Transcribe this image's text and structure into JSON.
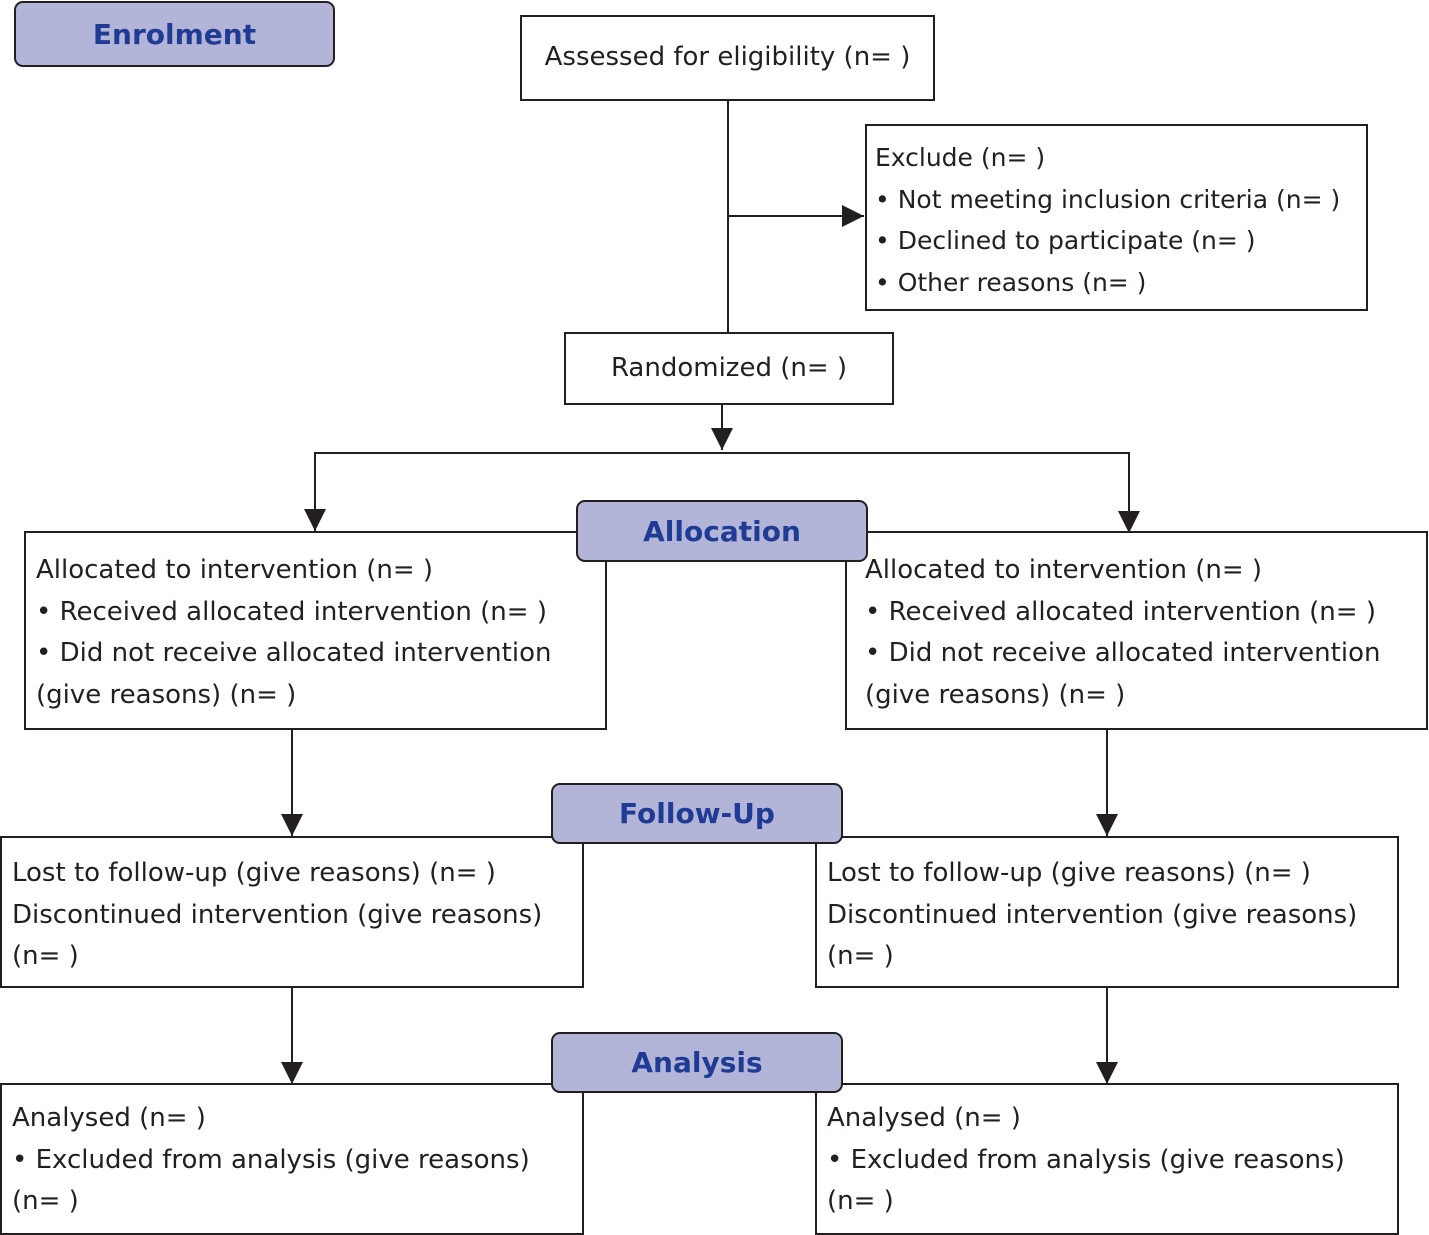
{
  "stages": {
    "enrolment": "Enrolment",
    "allocation": "Allocation",
    "follow_up": "Follow-Up",
    "analysis": "Analysis"
  },
  "enrolment": {
    "assessed": "Assessed for eligibility (n= )",
    "randomized": "Randomized (n= )",
    "exclude": {
      "title": "Exclude (n= )",
      "items": [
        "• Not meeting inclusion criteria (n= )",
        "• Declined to participate (n= )",
        "• Other reasons (n= )"
      ]
    }
  },
  "arms": {
    "left": {
      "allocation": [
        "Allocated to intervention (n= )",
        "• Received allocated intervention (n= )",
        "• Did not receive allocated intervention",
        "(give reasons) (n= )"
      ],
      "follow_up": [
        "Lost to follow-up (give reasons) (n= )",
        "Discontinued intervention (give reasons)",
        "(n= )"
      ],
      "analysis": [
        "Analysed (n= )",
        "• Excluded from analysis (give reasons)",
        "(n= )"
      ]
    },
    "right": {
      "allocation": [
        "Allocated to intervention (n= )",
        "• Received allocated intervention (n= )",
        "• Did not receive allocated intervention",
        "(give reasons) (n= )"
      ],
      "follow_up": [
        "Lost to follow-up (give reasons) (n= )",
        "Discontinued intervention (give reasons)",
        "(n= )"
      ],
      "analysis": [
        "Analysed (n= )",
        "• Excluded from analysis (give reasons)",
        "(n= )"
      ]
    }
  },
  "colors": {
    "stage_fill": "#b3b5d8",
    "stage_text": "#1f3b93",
    "stroke": "#231f20"
  }
}
